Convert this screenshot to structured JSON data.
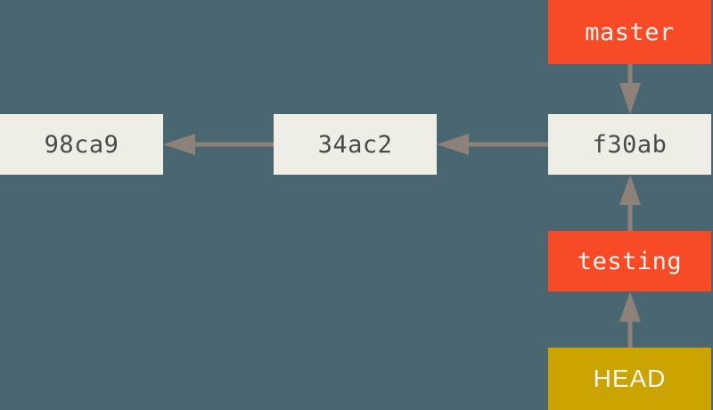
{
  "diagram": {
    "title": "Git branch and HEAD pointer diagram",
    "background_color": "#4a6670",
    "arrow_color": "#8c8279"
  },
  "commits": [
    {
      "id": "98ca9",
      "label": "98ca9",
      "color": "#eeeee6",
      "text_color": "#4a4a4a"
    },
    {
      "id": "34ac2",
      "label": "34ac2",
      "color": "#eeeee6",
      "text_color": "#4a4a4a"
    },
    {
      "id": "f30ab",
      "label": "f30ab",
      "color": "#eeeee6",
      "text_color": "#4a4a4a"
    }
  ],
  "refs": [
    {
      "id": "master",
      "label": "master",
      "color": "#f74b28",
      "text_color": "#f2f2ee"
    },
    {
      "id": "testing",
      "label": "testing",
      "color": "#f74b28",
      "text_color": "#f2f2ee"
    },
    {
      "id": "head",
      "label": "HEAD",
      "color": "#cca400",
      "text_color": "#f4f4f0"
    }
  ],
  "arrows": [
    {
      "id": "34ac2-to-98ca9",
      "from": "34ac2",
      "to": "98ca9",
      "direction": "left"
    },
    {
      "id": "f30ab-to-34ac2",
      "from": "f30ab",
      "to": "34ac2",
      "direction": "left"
    },
    {
      "id": "master-to-f30ab",
      "from": "master",
      "to": "f30ab",
      "direction": "down"
    },
    {
      "id": "testing-to-f30ab",
      "from": "testing",
      "to": "f30ab",
      "direction": "up"
    },
    {
      "id": "head-to-testing",
      "from": "head",
      "to": "testing",
      "direction": "up"
    }
  ]
}
